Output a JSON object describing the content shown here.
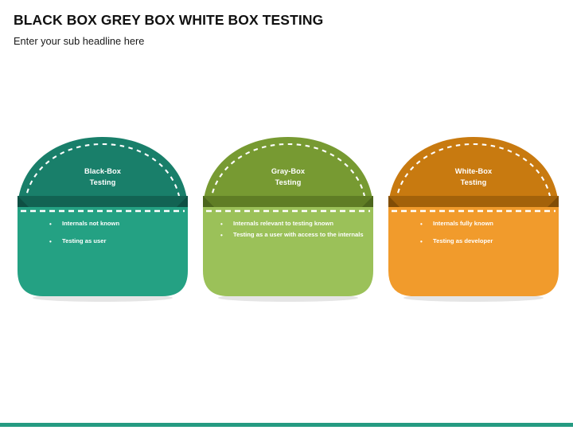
{
  "header": {
    "title": "BLACK BOX GREY BOX WHITE BOX TESTING",
    "subtitle": "Enter your sub headline here"
  },
  "theme": {
    "background": "#ffffff",
    "accent_bar_color": "#259b82",
    "text_color": "#111111"
  },
  "cards": [
    {
      "id": "black-box",
      "title_line1": "Black-Box",
      "title_line2": "Testing",
      "lid_color": "#197f6a",
      "body_color": "#24a183",
      "rim_color": "#126353",
      "bevel_color": "#0e4f43",
      "bullets": [
        "Internals not known",
        "Testing as user"
      ]
    },
    {
      "id": "gray-box",
      "title_line1": "Gray-Box",
      "title_line2": "Testing",
      "lid_color": "#779a32",
      "body_color": "#9bc159",
      "rim_color": "#5f7d25",
      "bevel_color": "#4c661d",
      "bullets": [
        "Internals relevant to testing known",
        "Testing as a user with access to the internals"
      ]
    },
    {
      "id": "white-box",
      "title_line1": "White-Box",
      "title_line2": "Testing",
      "lid_color": "#c87a10",
      "body_color": "#f19b2c",
      "rim_color": "#a3620a",
      "bevel_color": "#814d06",
      "bullets": [
        "Internals fully known",
        "Testing as developer"
      ]
    }
  ]
}
